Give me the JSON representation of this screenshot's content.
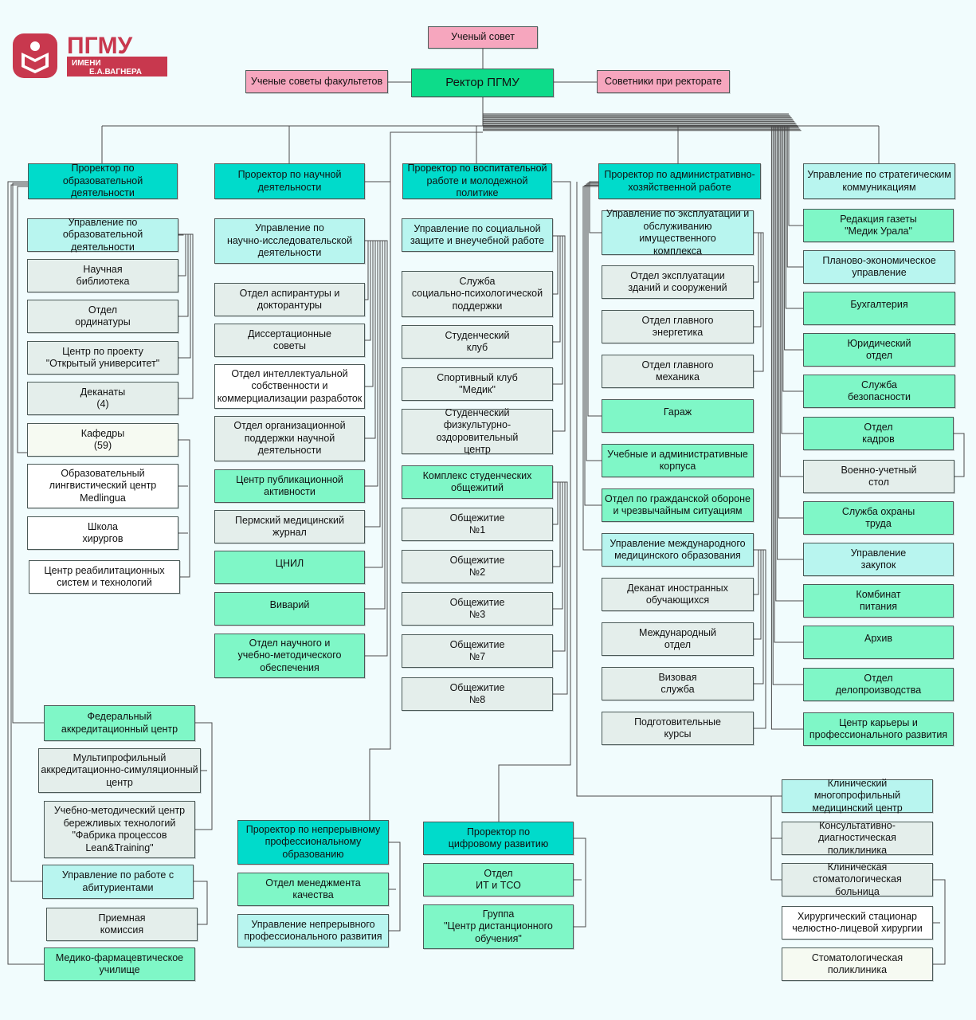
{
  "logo": {
    "title": "ПГМУ",
    "subtitle_1": "ИМЕНИ",
    "subtitle_2": "Е.А.ВАГНЕРА"
  },
  "colors": {
    "pink": "#f6a6be",
    "green": "#0ddc8a",
    "teal": "#00dbcb",
    "mint": "#7ff7c7",
    "aqua": "#b8f5ef",
    "grey": "#e4eeeb",
    "white": "#ffffff",
    "logo": "#c8384e"
  },
  "top": {
    "council": "Ученый совет",
    "rector": "Ректор ПГМУ",
    "faculty_councils": "Ученые советы факультетов",
    "advisors": "Советники при ректорате"
  },
  "col_education": {
    "head": "Проректор по образовательной\nдеятельности",
    "items": [
      "Управление по образовательной\nдеятельности",
      "Научная\nбиблиотека",
      "Отдел\nординатуры",
      "Центр по проекту\n\"Открытый университет\"",
      "Деканаты\n(4)",
      "Кафедры\n(59)",
      "Образовательный\nлингвистический центр\nMedlingua",
      "Школа\nхирургов",
      "Центр реабилитационных\nсистем и технологий"
    ]
  },
  "col_science": {
    "head": "Проректор по научной\nдеятельности",
    "items": [
      "Управление по\nнаучно-исследовательской\nдеятельности",
      "Отдел аспирантуры и\nдокторантуры",
      "Диссертационные\nсоветы",
      "Отдел интеллектуальной\nсобственности и\nкоммерциализации разработок",
      "Отдел организационной\nподдержки научной\nдеятельности",
      "Центр публикационной\nактивности",
      "Пермский медицинский\nжурнал",
      "ЦНИЛ",
      "Виварий",
      "Отдел научного и\nучебно-методического\nобеспечения"
    ]
  },
  "col_youth": {
    "head": "Проректор по воспитательной\nработе и молодежной политике",
    "items": [
      "Управление по социальной\nзащите и внеучебной работе",
      "Служба\nсоциально-психологической\nподдержки",
      "Студенческий\nклуб",
      "Спортивный клуб\n\"Медик\"",
      "Студенческий\nфизкультурно-оздоровительный\nцентр",
      "Комплекс студенческих\nобщежитий",
      "Общежитие\n№1",
      "Общежитие\n№2",
      "Общежитие\n№3",
      "Общежитие\n№7",
      "Общежитие\n№8"
    ]
  },
  "col_admin": {
    "head": "Проректор по административно-\nхозяйственной работе",
    "items": [
      "Управление по эксплуатации и\nобслуживанию имущественного\nкомплекса",
      "Отдел эксплуатации\nзданий и сооружений",
      "Отдел главного\nэнергетика",
      "Отдел главного\nмеханика",
      "Гараж",
      "Учебные и административные\nкорпуса",
      "Отдел по гражданской обороне\nи чрезвычайным ситуациям",
      "Управление международного\nмедицинского образования",
      "Деканат иностранных\nобучающихся",
      "Международный\nотдел",
      "Визовая\nслужба",
      "Подготовительные\nкурсы"
    ]
  },
  "col_right": {
    "head": "Управление по стратегическим\nкоммуникациям",
    "items": [
      "Редакция газеты\n\"Медик Урала\"",
      "Планово-экономическое\nуправление",
      "Бухгалтерия",
      "Юридический\nотдел",
      "Служба\nбезопасности",
      "Отдел\nкадров",
      "Военно-учетный\nстол",
      "Служба охраны\nтруда",
      "Управление\nзакупок",
      "Комбинат\nпитания",
      "Архив",
      "Отдел\nделопроизводства",
      "Центр карьеры и\nпрофессионального развития"
    ]
  },
  "accreditation": {
    "head": "Федеральный\nаккредитационный центр",
    "items": [
      "Мультипрофильный\nаккредитационно-симуляционный\nцентр",
      "Учебно-методический центр\nбережливых технологий\n\"Фабрика процессов\nLean&Training\""
    ]
  },
  "applicants": {
    "head": "Управление по работе с\nабитуриентами",
    "items": [
      "Приемная\nкомиссия"
    ]
  },
  "college": "Медико-фармацевтическое\nучилище",
  "continuing": {
    "head": "Проректор по непрерывному\nпрофессиональному\nобразованию",
    "items": [
      "Отдел менеджмента\nкачества",
      "Управление непрерывного\nпрофессионального развития"
    ]
  },
  "digital": {
    "head": "Проректор по\nцифровому развитию",
    "items": [
      "Отдел\nИТ и ТСО",
      "Группа\n\"Центр дистанционного\nобучения\""
    ]
  },
  "clinics": [
    "Клинический многопрофильный\nмедицинский центр",
    "Консультативно-диагностическая\nполиклиника",
    "Клиническая стоматологическая\nбольница",
    "Хирургический стационар\nчелюстно-лицевой хирургии",
    "Стоматологическая\nполиклиника"
  ]
}
